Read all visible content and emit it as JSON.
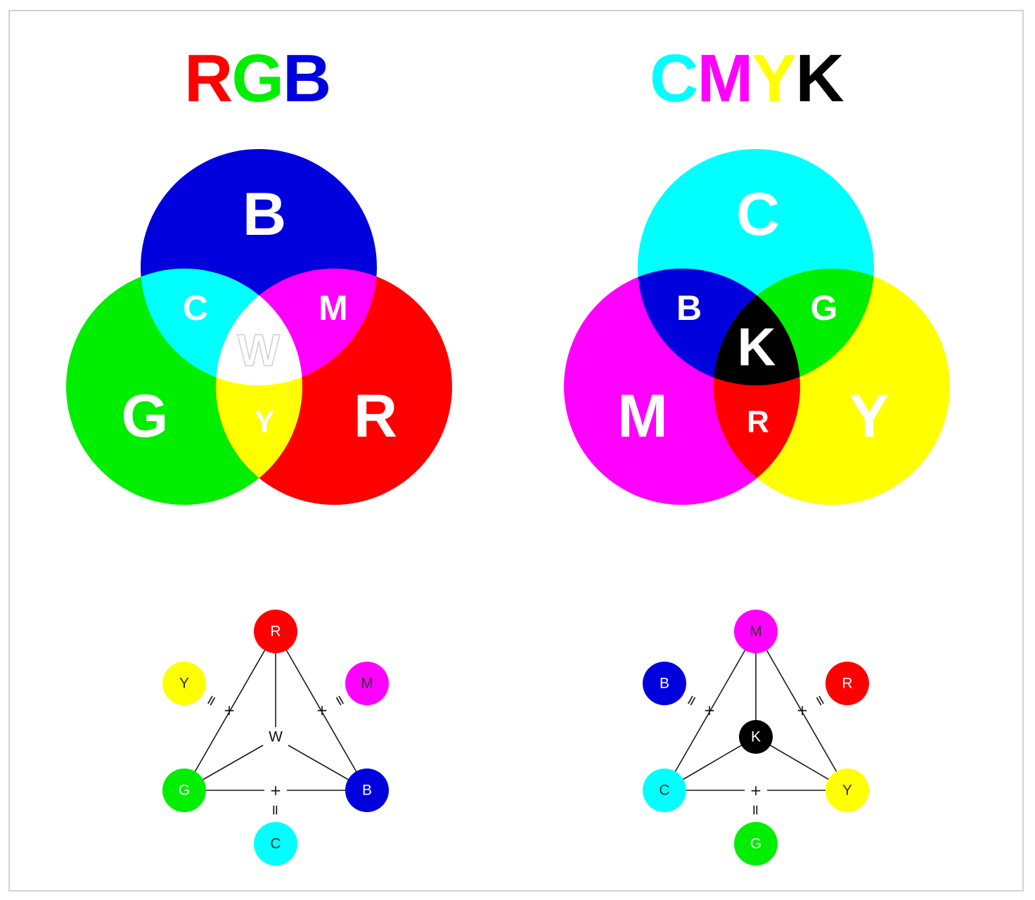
{
  "colors": {
    "red": "#ff0000",
    "green": "#00ee00",
    "blue": "#0000dd",
    "cyan": "#00ffff",
    "magenta": "#ff00ff",
    "yellow": "#ffff00",
    "black": "#000000",
    "white": "#ffffff"
  },
  "rgb": {
    "title": [
      {
        "text": "R",
        "color": "#ff0000"
      },
      {
        "text": "G",
        "color": "#00ee00"
      },
      {
        "text": "B",
        "color": "#0000dd"
      }
    ],
    "venn": {
      "circles": {
        "top": "B",
        "left": "G",
        "right": "R"
      },
      "overlaps": {
        "top_left": "C",
        "top_right": "M",
        "bottom": "Y",
        "center": "W"
      }
    },
    "triangle": {
      "top": "R",
      "left": "G",
      "right": "B",
      "center": "W",
      "outer_left": "Y",
      "outer_right": "M",
      "outer_bottom": "C",
      "plus": "+",
      "equals": "="
    }
  },
  "cmyk": {
    "title": [
      {
        "text": "C",
        "color": "#00ffff"
      },
      {
        "text": "M",
        "color": "#ff00ff"
      },
      {
        "text": "Y",
        "color": "#ffff00"
      },
      {
        "text": "K",
        "color": "#000000"
      }
    ],
    "venn": {
      "circles": {
        "top": "C",
        "left": "M",
        "right": "Y"
      },
      "overlaps": {
        "top_left": "B",
        "top_right": "G",
        "bottom": "R",
        "center": "K"
      }
    },
    "triangle": {
      "top": "M",
      "left": "C",
      "right": "Y",
      "center": "K",
      "outer_left": "B",
      "outer_right": "R",
      "outer_bottom": "G",
      "plus": "+",
      "equals": "="
    }
  }
}
